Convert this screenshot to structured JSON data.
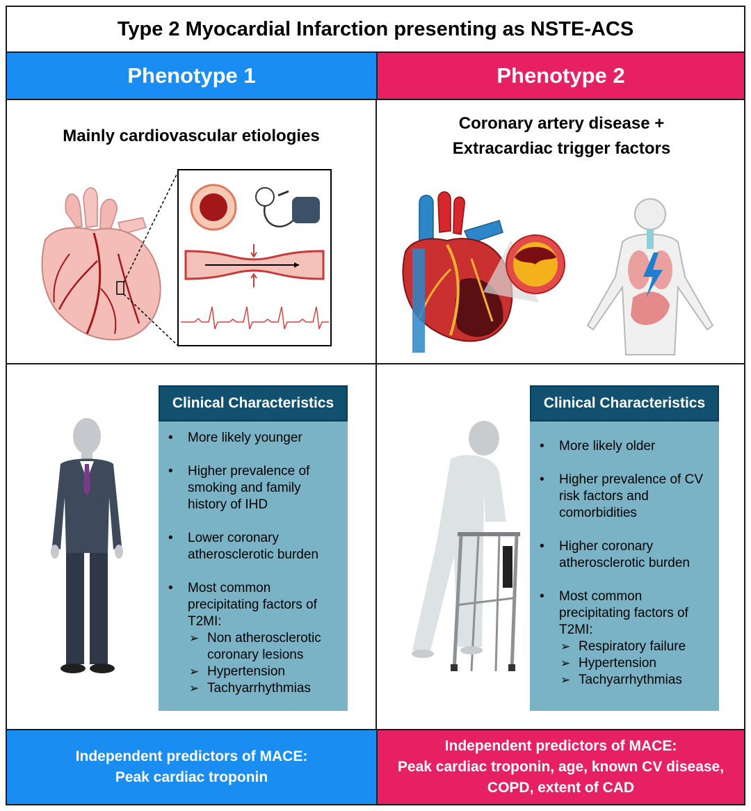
{
  "title": "Type 2 Myocardial Infarction presenting as NSTE-ACS",
  "phenotype1": {
    "header": "Phenotype 1",
    "subtitle": "Mainly cardiovascular etiologies",
    "characteristics_title": "Clinical Characteristics",
    "bullets": [
      "More likely younger",
      "Higher prevalence of smoking and family history of IHD",
      "Lower coronary atherosclerotic burden",
      "Most common precipitating factors of T2MI:"
    ],
    "factors": [
      "Non atherosclerotic coronary lesions",
      "Hypertension",
      "Tachyarrhythmias"
    ],
    "footer_label": "Independent predictors of MACE:",
    "footer_value": "Peak cardiac troponin"
  },
  "phenotype2": {
    "header": "Phenotype 2",
    "subtitle_line1": "Coronary artery disease +",
    "subtitle_line2": "Extracardiac trigger factors",
    "characteristics_title": "Clinical Characteristics",
    "bullets": [
      "More likely older",
      "Higher prevalence of CV risk factors and comorbidities",
      "Higher coronary atherosclerotic burden",
      "Most common precipitating factors of T2MI:"
    ],
    "factors": [
      "Respiratory failure",
      "Hypertension",
      "Tachyarrhythmias"
    ],
    "footer_label": "Independent predictors of MACE:",
    "footer_value_line1": "Peak cardiac troponin, age, known CV disease,",
    "footer_value_line2": "COPD, extent of CAD"
  },
  "colors": {
    "phenotype1": "#1a8df2",
    "phenotype2": "#e62063",
    "characteristics_header": "#11506e",
    "characteristics_box": "#7ab3c6"
  }
}
